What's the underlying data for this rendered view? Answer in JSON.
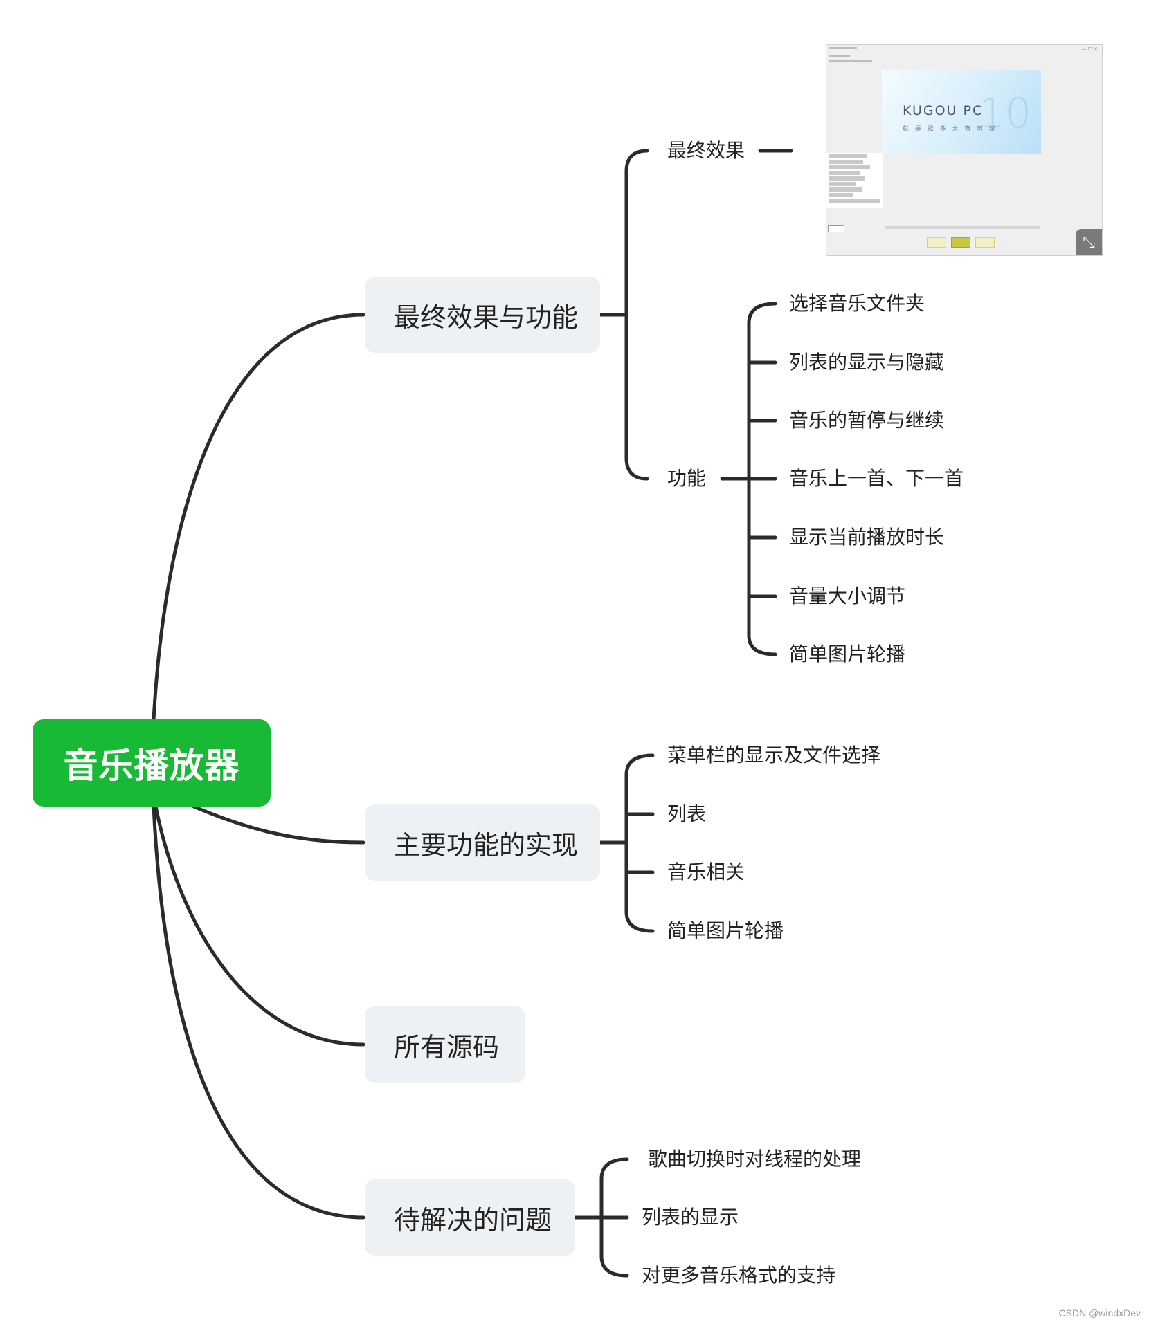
{
  "root": {
    "label": "音乐播放器"
  },
  "branches": [
    {
      "label": "最终效果与功能"
    },
    {
      "label": "主要功能的实现"
    },
    {
      "label": "所有源码"
    },
    {
      "label": "待解决的问题"
    }
  ],
  "final_effect": {
    "effect_label": "最终效果",
    "function_label": "功能",
    "functions": [
      "选择音乐文件夹",
      "列表的显示与隐藏",
      "音乐的暂停与继续",
      "音乐上一首、下一首",
      "显示当前播放时长",
      "音量大小调节",
      "简单图片轮播"
    ]
  },
  "implementation": [
    "菜单栏的显示及文件选择",
    "列表",
    "音乐相关",
    "简单图片轮播"
  ],
  "problems": [
    "歌曲切换时对线程的处理",
    "列表的显示",
    "对更多音乐格式的支持"
  ],
  "preview": {
    "logo": "KUGOU PC",
    "version": "10",
    "tagline": "就 是 歌 多   大 有 可 玩"
  },
  "colors": {
    "root": "#17b935",
    "branch_bg": "#eef1f4",
    "line": "#2b2b2b"
  },
  "watermark": "CSDN @windxDev"
}
